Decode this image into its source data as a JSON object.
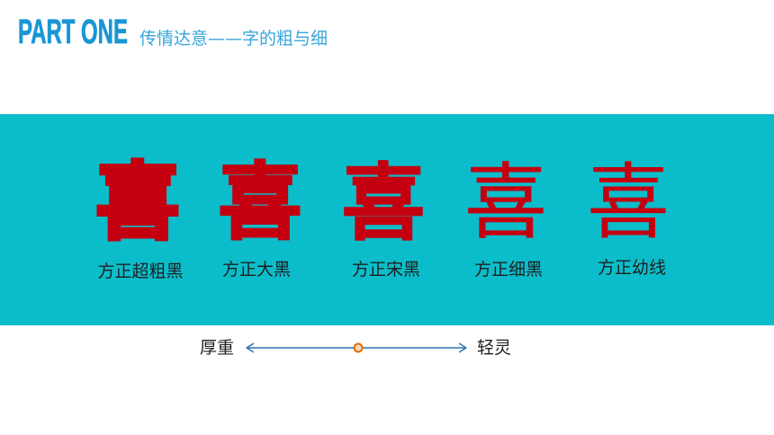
{
  "header": {
    "title": "PART ONE",
    "subtitle": "传情达意——字的粗与细"
  },
  "samples": [
    {
      "glyph": "喜",
      "label": "方正超粗黑"
    },
    {
      "glyph": "喜",
      "label": "方正大黑"
    },
    {
      "glyph": "喜",
      "label": "方正宋黑"
    },
    {
      "glyph": "喜",
      "label": "方正细黑"
    },
    {
      "glyph": "喜",
      "label": "方正幼线"
    }
  ],
  "scale": {
    "left_label": "厚重",
    "right_label": "轻灵",
    "icon": "double-arrow-icon"
  },
  "colors": {
    "title": "#1a96d4",
    "subtitle": "#38a6db",
    "band": "#0bbdca",
    "glyph": "#c40010",
    "label": "#1f1f1f",
    "arrow": "#2e75b6",
    "marker_stroke": "#e46c0a",
    "marker_fill": "#fbd4b4"
  }
}
